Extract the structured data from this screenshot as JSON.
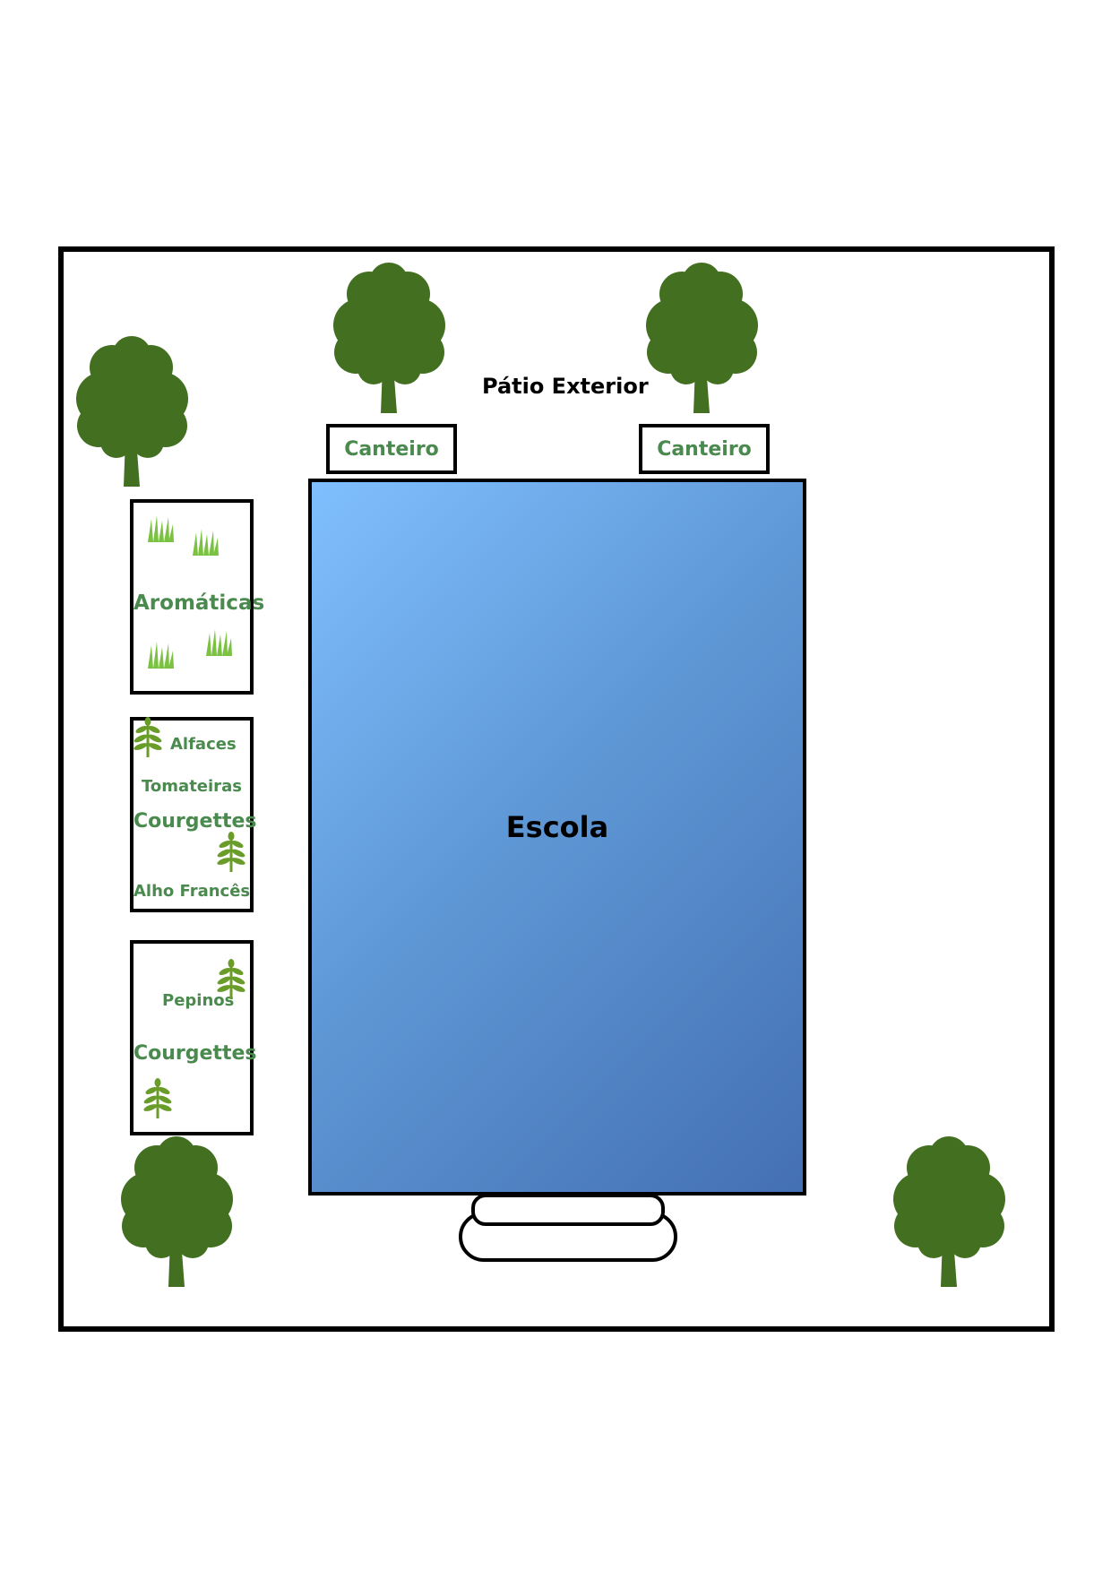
{
  "site": {
    "patio_label": "Pátio Exterior",
    "school_label": "Escola"
  },
  "beds": {
    "canteiro_left": "Canteiro",
    "canteiro_right": "Canteiro"
  },
  "plots": {
    "herbs": {
      "label": "Aromáticas"
    },
    "vegetables": {
      "item1": "Alfaces",
      "item2": "Tomateiras",
      "item3": "Courgettes",
      "item4": "Alho Francês"
    },
    "squash": {
      "item1": "Pepinos",
      "item2": "Courgettes"
    }
  },
  "colors": {
    "tree": "#426f20",
    "plant_text": "#4a8a4e",
    "grass": "#7bc142",
    "sprout": "#6a9c2a"
  }
}
